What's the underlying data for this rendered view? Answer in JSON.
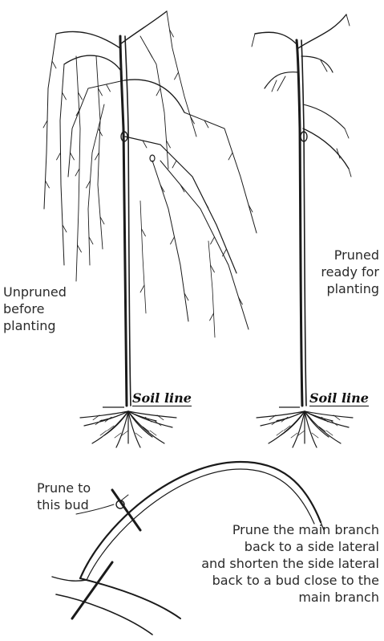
{
  "labels": {
    "unpruned": [
      "Unpruned",
      "before",
      "planting"
    ],
    "pruned": [
      "Pruned",
      "ready for",
      "planting"
    ],
    "soil_line": "Soil line",
    "prune_to_bud": [
      "Prune to",
      "this bud"
    ],
    "instructions": [
      "Prune the main branch",
      "back to a side lateral",
      "and shorten the side lateral",
      "back to a bud close to the",
      "main branch"
    ]
  },
  "colors": {
    "ink": "#1a1a1a",
    "text": "#2a2a2a",
    "background": "#ffffff"
  }
}
